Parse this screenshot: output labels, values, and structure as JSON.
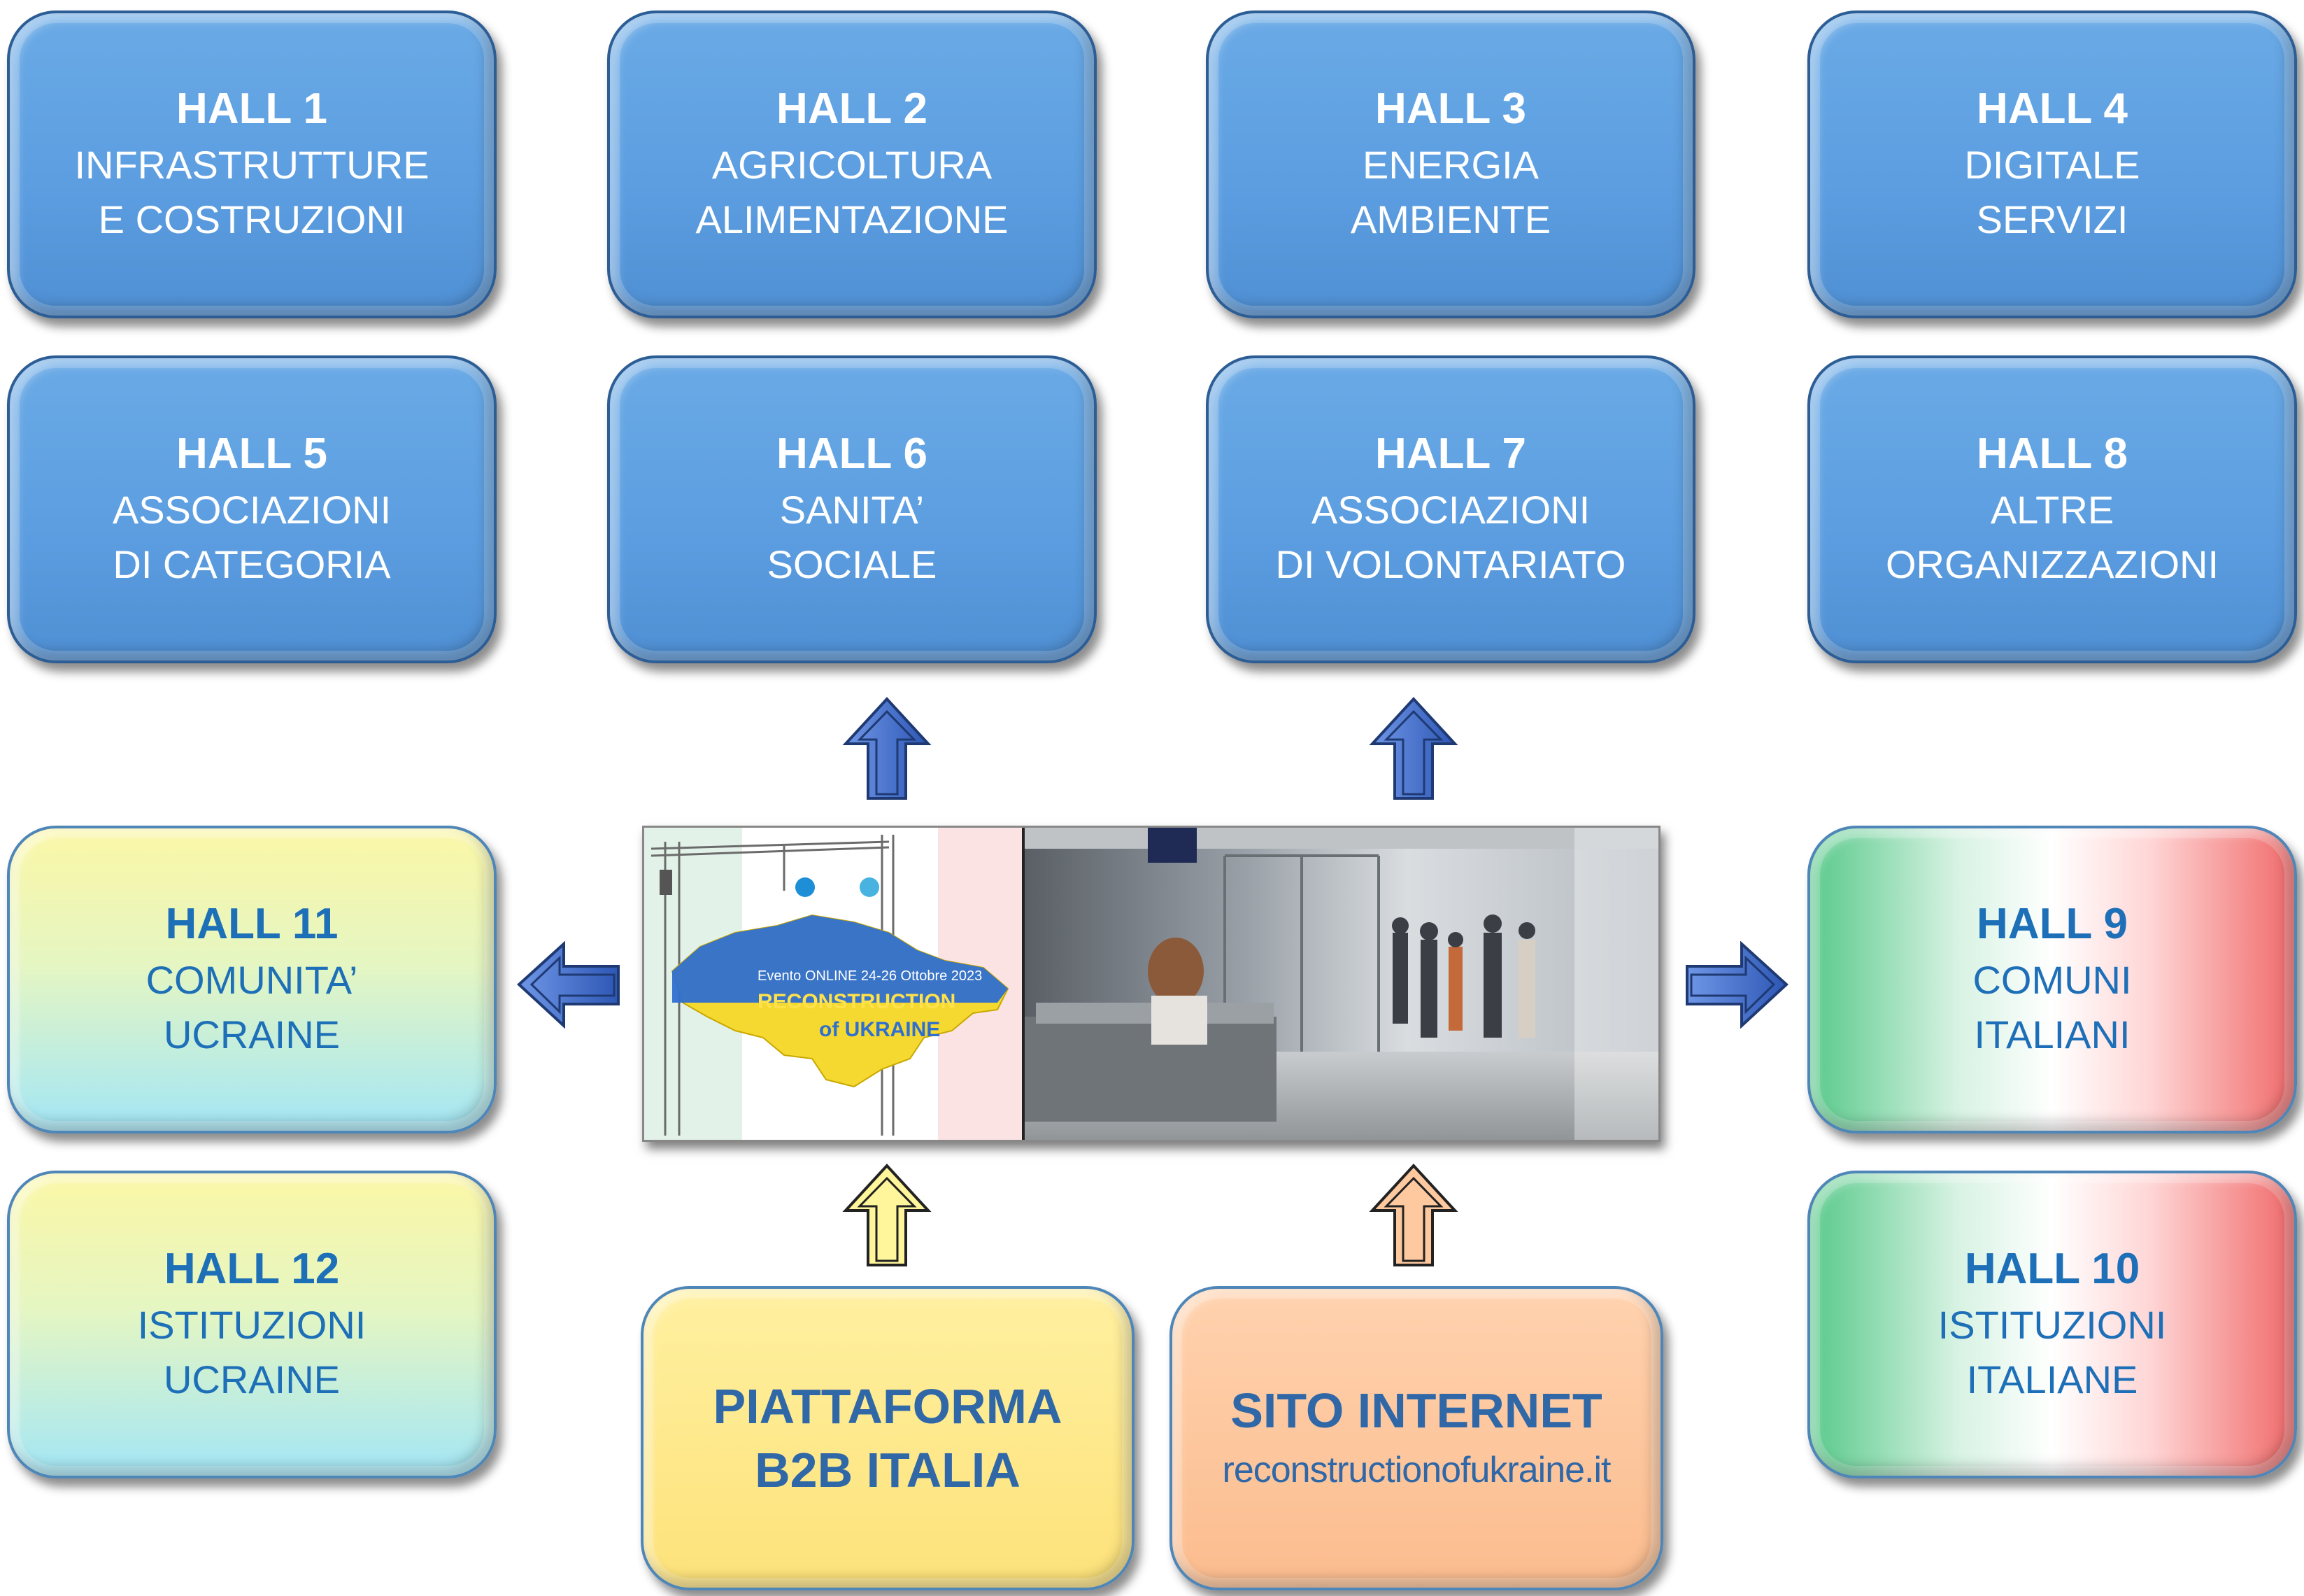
{
  "halls": {
    "h1": {
      "title": "HALL 1",
      "l1": "INFRASTRUTTURE",
      "l2": "E COSTRUZIONI"
    },
    "h2": {
      "title": "HALL 2",
      "l1": "AGRICOLTURA",
      "l2": "ALIMENTAZIONE"
    },
    "h3": {
      "title": "HALL 3",
      "l1": "ENERGIA",
      "l2": "AMBIENTE"
    },
    "h4": {
      "title": "HALL 4",
      "l1": "DIGITALE",
      "l2": "SERVIZI"
    },
    "h5": {
      "title": "HALL 5",
      "l1": "ASSOCIAZIONI",
      "l2": "DI CATEGORIA"
    },
    "h6": {
      "title": "HALL 6",
      "l1": "SANITA’",
      "l2": "SOCIALE"
    },
    "h7": {
      "title": "HALL 7",
      "l1": "ASSOCIAZIONI",
      "l2": "DI VOLONTARIATO"
    },
    "h8": {
      "title": "HALL 8",
      "l1": "ALTRE",
      "l2": "ORGANIZZAZIONI"
    },
    "h9": {
      "title": "HALL 9",
      "l1": "COMUNI",
      "l2": "ITALIANI"
    },
    "h10": {
      "title": "HALL 10",
      "l1": "ISTITUZIONI",
      "l2": "ITALIANE"
    },
    "h11": {
      "title": "HALL 11",
      "l1": "COMUNITA’",
      "l2": "UCRAINE"
    },
    "h12": {
      "title": "HALL 12",
      "l1": "ISTITUZIONI",
      "l2": "UCRAINE"
    }
  },
  "platform": {
    "l1": "PIATTAFORMA",
    "l2": "B2B ITALIA"
  },
  "website": {
    "title": "SITO INTERNET",
    "url": "reconstructionofukraine.it"
  },
  "poster": {
    "event": "Evento ONLINE 24-26 Ottobre 2023",
    "title_l1": "RECONSTRUCTION",
    "title_l2": "of UKRAINE"
  },
  "colors": {
    "hall_blue": "#5b9de0",
    "arrow_blue": "#3e6fd1",
    "arrow_yellow": "#fff59a",
    "arrow_peach": "#ffc9a0",
    "ukraine_blue": "#2f6fd0",
    "ukraine_yellow": "#f5d930"
  }
}
